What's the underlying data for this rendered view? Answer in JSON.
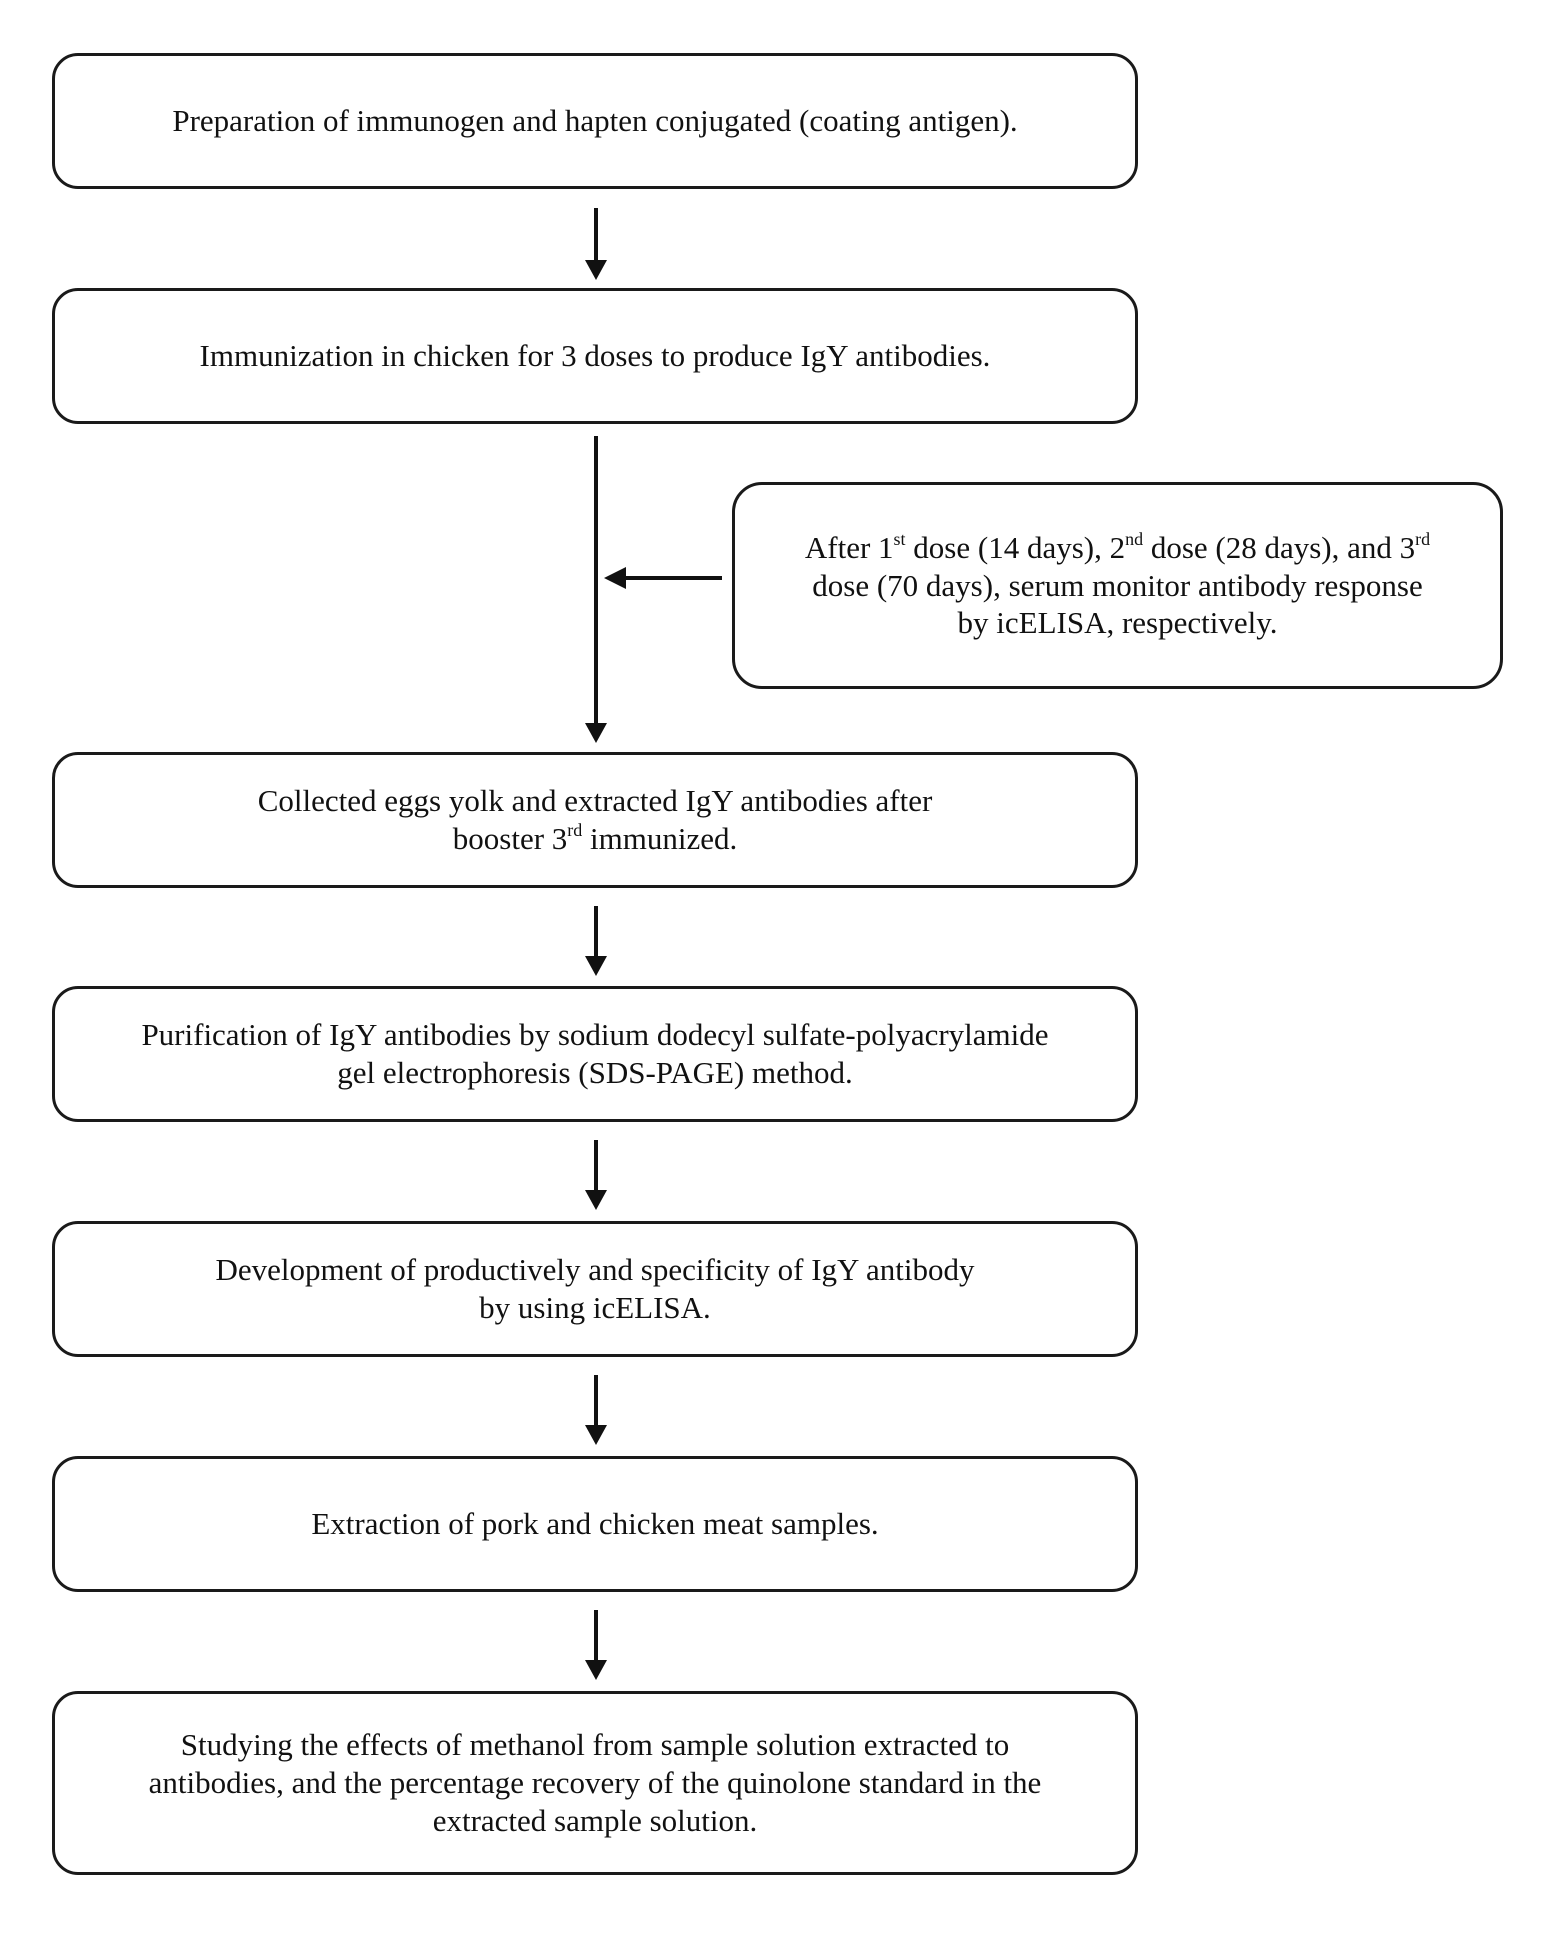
{
  "steps": [
    {
      "text": "Preparation of immunogen and hapten conjugated (coating antigen)."
    },
    {
      "text": "Immunization in chicken for 3 doses to produce IgY antibodies."
    },
    {
      "line1": "Collected eggs yolk and extracted IgY antibodies after",
      "line2_pre": "booster 3",
      "line2_sup": "rd",
      "line2_post": " immunized."
    },
    {
      "line1": "Purification of IgY antibodies by sodium dodecyl sulfate-polyacrylamide",
      "line2": "gel electrophoresis (SDS-PAGE) method."
    },
    {
      "line1": "Development of productively and specificity of IgY antibody",
      "line2": "by using icELISA."
    },
    {
      "text": "Extraction of pork and chicken meat samples."
    },
    {
      "line1": "Studying the effects of methanol from sample solution extracted to",
      "line2": "antibodies, and the percentage recovery of the quinolone standard in the",
      "line3": "extracted sample solution."
    }
  ],
  "side_note": {
    "l1_a": "After 1",
    "l1_sup1": "st",
    "l1_b": " dose (14 days), 2",
    "l1_sup2": "nd",
    "l1_c": " dose (28 days), and 3",
    "l1_sup3": "rd",
    "l2": "dose (70 days), serum monitor antibody response",
    "l3": "by icELISA, respectively."
  }
}
